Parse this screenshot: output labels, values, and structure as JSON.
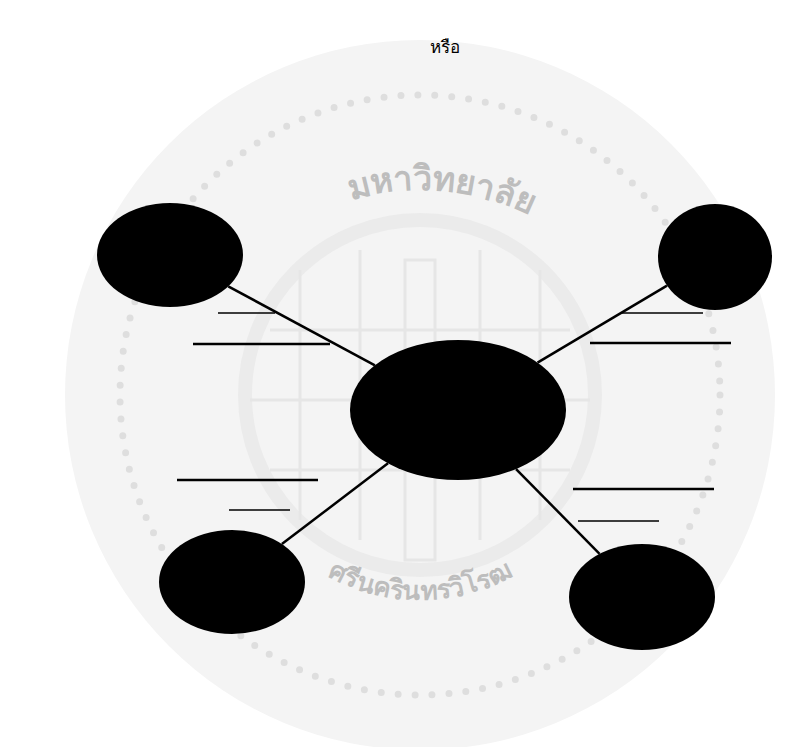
{
  "diagram": {
    "title": "หรือ",
    "nodes": [
      {
        "text": []
      },
      {
        "text": []
      },
      {
        "text": []
      },
      {
        "text": []
      },
      {
        "text": []
      }
    ],
    "edges": [
      {
        "from": 2,
        "to": 0,
        "arrow": "none"
      },
      {
        "from": 2,
        "to": 1,
        "arrow": "none"
      },
      {
        "from": 2,
        "to": 3,
        "arrow": "none"
      },
      {
        "from": 2,
        "to": 4,
        "arrow": "none"
      }
    ],
    "labels": [
      "มหาวิทยาลัย",
      "ศรีนครินทรวิโรฒ"
    ]
  }
}
